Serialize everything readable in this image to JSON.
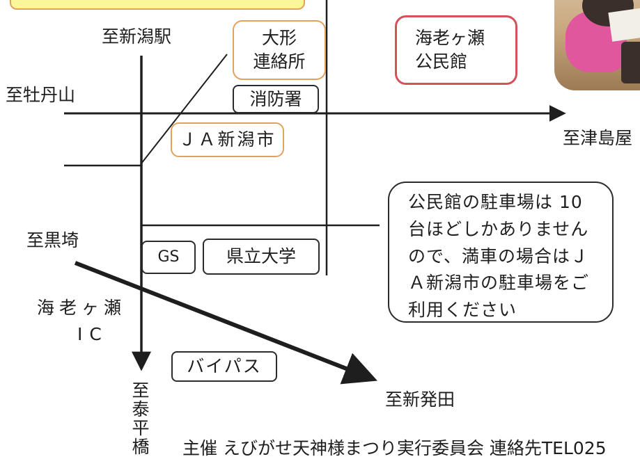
{
  "map": {
    "dest_niigata_station": "至新潟駅",
    "dest_botanyama": "至牡丹山",
    "dest_tsushimaya": "至津島屋",
    "dest_kurosaki": "至黒埼",
    "dest_shinhatta": "至新発田",
    "dest_taiheibashi": [
      "至",
      "泰",
      "平",
      "橋"
    ],
    "interchange": [
      "海老ヶ瀬",
      "IC"
    ],
    "ohgata_office": [
      "大形",
      "連絡所"
    ],
    "ebigase_hall": [
      "海老ヶ瀬",
      "公民館"
    ],
    "fire_station": "消防署",
    "ja_niigata": "ＪＡ新潟市",
    "gas_station": "GS",
    "prefectural_university": "県立大学",
    "bypass": "バイパス"
  },
  "notice": {
    "lines": [
      "公民館の駐車場は 10",
      "台ほどしかありません",
      "ので、満車の場合はＪ",
      "Ａ新潟市の駐車場をご",
      "利用ください"
    ]
  },
  "footer": {
    "text": "主催 えびがせ天神様まつり実行委員会 連絡先TEL025"
  },
  "colors": {
    "road": "#1e1e1e",
    "orange_border": "#e3a15e",
    "hall_border": "#d4505b",
    "banner_fill": "#fbf69a"
  }
}
